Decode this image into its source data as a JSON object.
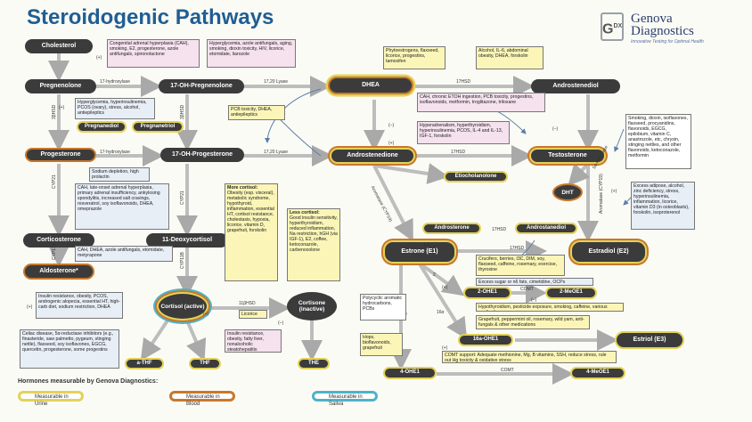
{
  "title": "Steroidogenic Pathways",
  "logo": {
    "mark": "G",
    "mark_sup": "DX",
    "name_line1": "Genova",
    "name_line2": "Diagnostics",
    "tagline": "Innovative Testing for Optimal Health"
  },
  "nodes": {
    "cholesterol": "Cholesterol",
    "pregnenolone": "Pregnenolone",
    "oh17_pregnenolone": "17-OH-Pregnenolone",
    "dhea": "DHEA",
    "androstenediol": "Androstenediol",
    "pregnanediol": "Pregnanediol",
    "pregnanetriol": "Pregnanetriol",
    "progesterone": "Progesterone",
    "oh17_progesterone": "17-OH-Progesterone",
    "androstenedione": "Androstenedione",
    "testosterone": "Testosterone",
    "etiocholanolone": "Etiocholanolone",
    "dht": "DHT",
    "androsterone": "Androsterone",
    "androstanediol": "Androstanediol",
    "corticosterone": "Corticosterone",
    "deoxycortisol": "11-Deoxycortisol",
    "aldosterone": "Aldosterone*",
    "estrone": "Estrone (E1)",
    "estradiol": "Estradiol (E2)",
    "cortisol": "Cortisol (active)",
    "cortisone": "Cortisone (inactive)",
    "a_thf": "a-THF",
    "thf": "THF",
    "the": "THE",
    "ohe1_2": "2-OHE1",
    "meoe1_2": "2-MeOE1",
    "ohe1_16a": "16a-OHE1",
    "estriol": "Estriol (E3)",
    "ohe1_4": "4-OHE1",
    "meoe1_4": "4-MeOE1"
  },
  "enzymes": {
    "hyd17_1": "17-hydroxylase",
    "lyase_1": "17,20 Lyase",
    "hyd17_2": "17-hydroxylase",
    "lyase_2": "17,20 Lyase",
    "hsd17_1": "17HSD",
    "hsd17_2": "17HSD",
    "hsd17_3": "17HSD",
    "hsd17_4": "17HSD",
    "hsd11": "11βHSD",
    "comt_1": "COMT",
    "comt_2": "COMT",
    "hsd3_1": "3βHSD",
    "hsd3_2": "3βHSD",
    "cyp21_1": "CYP21",
    "cyp21_2": "CYP21",
    "cyp11b_1": "CYP11B",
    "cyp11b_2": "CYP11B",
    "aromatase_1": "Aromatase (CYP19)",
    "aromatase_2": "Aromatase (CYP19)",
    "reductase_5a": "5α-reductase",
    "hyd_16a": "16α",
    "hyd_2": "2",
    "hyd_4": "4"
  },
  "signs": {
    "plus": "(+)",
    "minus": "(–)"
  },
  "boxes": {
    "b1": "Congenital adrenal hyperplasia (CAH), smoking, E2, progesterone, azole antifungals, spironolactone",
    "b2": "Hyperglycemia, azole antifungals, aging, smoking, dioxin toxicity, HIV, licorice, etomidate, liarozole",
    "b3": "Phytoestrogens, flaxseed, licorice, progestins, tamoxifen",
    "b4": "Alcohol, IL-6, abdominal obesity, DHEA, forskolin",
    "b5": "Hyperglycemia, hyperinsulinemia, PCOS (ovary), stress, alcohol, antiepileptics",
    "b6": "PCB toxicity, DHEA, antiepileptics",
    "b7": "CAH, chronic ETOH ingestion, PCB toxicity, progestins, isoflavonoids, metformin, troglitazone, triloxane",
    "b8": "Hyperadrenalism, hyperthyroidism, hyperinsulinemia, PCOS, IL-4 and IL-13, IGF-1, forskolin",
    "b9": "Smoking, dioxin, isoflavones, flaxseed, procyanidins, flavonoids, EGCG, epilobium, vitamin C, anastrozole, etc, chrysin, stinging nettles, and other flavonoids, ketoconazole, metformin",
    "b10": "Sodium depletion, high prolactin",
    "b11": "CAH, late-onset adrenal hyperplasia, primary adrenal insufficiency, ankylosing spondylitis, increased salt cravings, resveratrol, soy isoflavonoids, DHEA, omeprazole",
    "b12": "CAH, DHEA, azole antifungals, etomidate, metyrapone",
    "b13_title": "More cortisol:",
    "b13": "Obesity (esp. visceral), metabolic syndrome, hypothyroid, inflammation, essential HT, cortisol resistance, cholestasis, hypoxia, licorice, vitamin D, grapefruit, forskolin",
    "b14_title": "Less cortisol:",
    "b14": "Good insulin sensitivity, hyperthyroidism, reduced inflammation, Na restriction, hGH (via IGF-1), E2, coffee, ketoconazole, carbenoxolone",
    "b15": "Excess adipose, alcohol, zinc deficiency, stress, hyperinsulinemia, inflammation, licorice, vitamin D3 (in osteoblasts), forskolin, isoproterenol",
    "b16": "Crucifers, berries, I3C, DIM, soy, flaxseed, caffeine, rosemary, exercise, thyroxine",
    "b17": "Excess sugar or n6 fats, cimetidine, OCPs",
    "b18": "Hypothyroidism, pesticide exposure, smoking, caffeine, various medications",
    "b19": "Grapefruit, peppermint oil, rosemary, wild yam, anti-fungals & other medications",
    "b20": "Insulin resistance, obesity, PCOS, androgenic alopecia, essential HT, high-carb diet, sodium restriction, DHEA",
    "b21": "Celiac disease, 5α-reductase inhibitors (e.g., finasteride, saw palmetto, pygeum, stinging nettle), flaxseed, soy isoflavones, EGCG, quercetin, progesterone, some progestins",
    "b22": "Licorice",
    "b23": "Insulin resistance, obesity, fatty liver, nonalcoholic steatohepatitis",
    "b24": "Polycyclic aromatic hydrocarbons, PCBs",
    "b25": "Hops, bioflavonoids, grapefruit",
    "b26": "COMT support: Adequate methionine, Mg, B vitamins, SSH, reduce stress, rule out Hg toxicity & oxidative stress"
  },
  "legend": {
    "title": "Hormones measurable by Genova Diagnostics:",
    "urine": "Measurable in Urine",
    "blood": "Measurable in Blood",
    "saliva": "Measurable in Saliva",
    "urine_color": "#e3d257",
    "blood_color": "#c9772b",
    "saliva_color": "#4fb2c9"
  },
  "colors": {
    "title": "#1f5e94",
    "node": "#3b3b3b",
    "arrow": "#b9b9b9",
    "yellow_box": "#fbf6b7",
    "pink_box": "#f5e2ee",
    "blue_box": "#e8eef6"
  }
}
